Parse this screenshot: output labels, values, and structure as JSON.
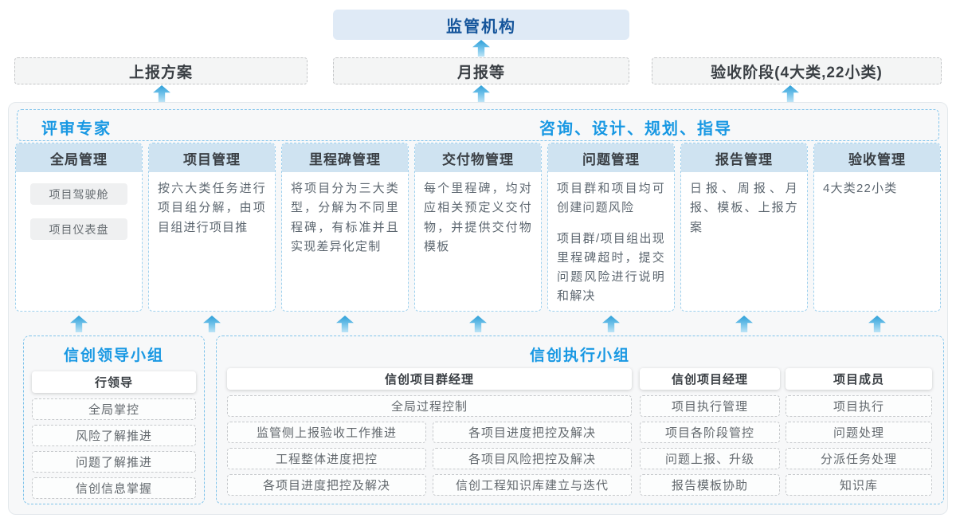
{
  "top": {
    "regulator": "监管机构",
    "row2": [
      "上报方案",
      "月报等",
      "验收阶段(4大类,22小类)"
    ]
  },
  "main": {
    "left_header": "评审专家",
    "right_header": "咨询、设计、规划、指导",
    "columns": [
      {
        "title": "全局管理",
        "items": [
          "项目驾驶舱",
          "项目仪表盘"
        ]
      },
      {
        "title": "项目管理",
        "body": "按六大类任务进行项目组分解，由项目组进行项目推"
      },
      {
        "title": "里程碑管理",
        "body": "将项目分为三大类型，分解为不同里程碑，有标准并且实现差异化定制"
      },
      {
        "title": "交付物管理",
        "body": "每个里程碑，均对应相关预定义交付物，并提供交付物模板"
      },
      {
        "title": "问题管理",
        "paragraphs": [
          "项目群和项目均可创建问题风险",
          "项目群/项目组出现里程碑超时，提交问题风险进行说明和解决"
        ]
      },
      {
        "title": "报告管理",
        "body": "日报、周报、月报、模板、上报方案"
      },
      {
        "title": "验收管理",
        "body": "4大类22小类"
      }
    ]
  },
  "bottom": {
    "leader": {
      "title": "信创领导小组",
      "role": "行领导",
      "items": [
        "全局掌控",
        "风险了解推进",
        "问题了解推进",
        "信创信息掌握"
      ]
    },
    "exec": {
      "title": "信创执行小组",
      "pgm": {
        "role": "信创项目群经理",
        "full_item": "全局过程控制",
        "grid": [
          "监管侧上报验收工作推进",
          "各项目进度把控及解决",
          "工程整体进度把控",
          "各项目风险把控及解决",
          "各项目进度把控及解决",
          "信创工程知识库建立与迭代"
        ]
      },
      "pm": {
        "role": "信创项目经理",
        "items": [
          "项目执行管理",
          "项目各阶段管控",
          "问题上报、升级",
          "报告模板协助"
        ]
      },
      "member": {
        "role": "项目成员",
        "items": [
          "项目执行",
          "问题处理",
          "分派任务处理",
          "知识库"
        ]
      }
    }
  },
  "colors": {
    "accent_blue": "#1898e3",
    "dark_blue": "#15559b",
    "header_fill": "#cfe3f1",
    "arrow_blue": "#2d9fd8"
  }
}
